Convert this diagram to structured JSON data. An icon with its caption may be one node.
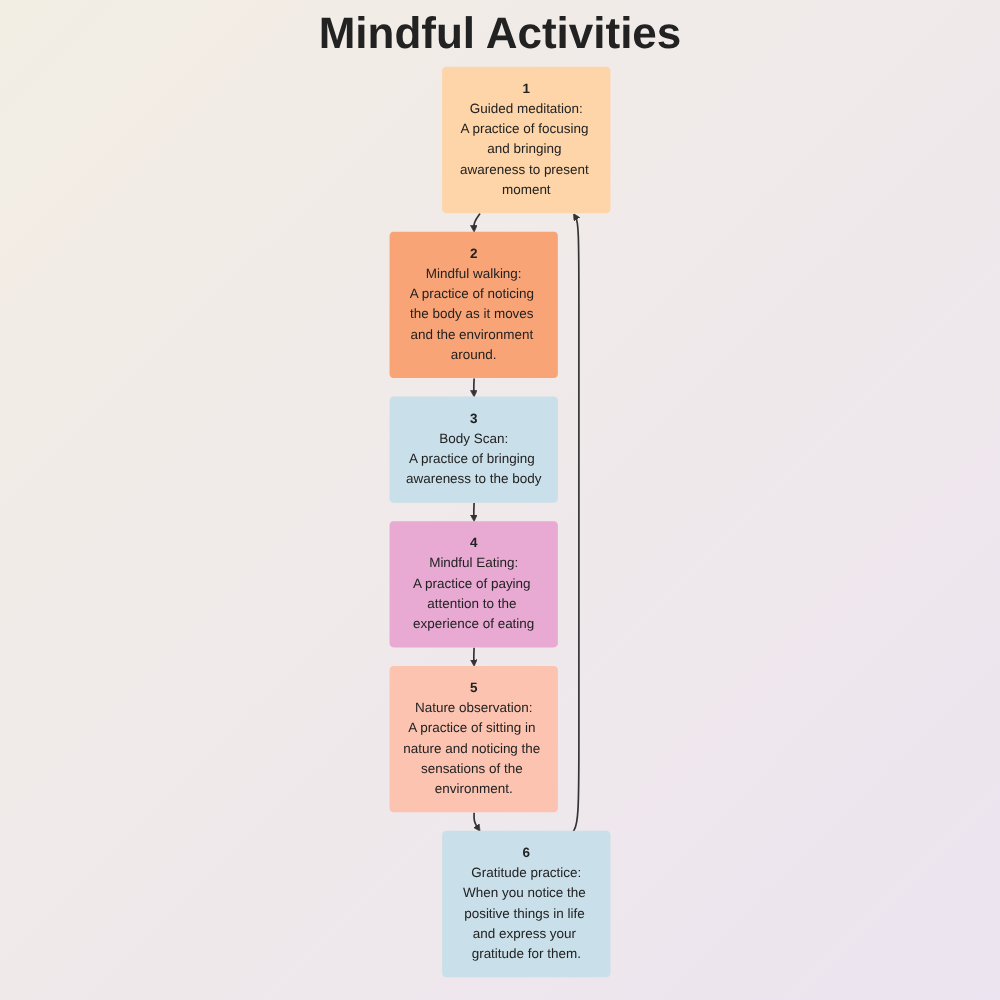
{
  "diagram": {
    "title": "Mindful Activities",
    "nodes": [
      {
        "text": [
          "1",
          "Guided meditation:",
          "A practice of focusing and bringing awareness to present moment"
        ]
      },
      {
        "text": [
          "2",
          "Mindful walking:",
          "A practice of noticing the body as it moves and the environment around."
        ]
      },
      {
        "text": [
          "3",
          "Body Scan:",
          "A practice of bringing awareness to the body"
        ]
      },
      {
        "text": [
          "4",
          "Mindful Eating:",
          "A practice of paying attention to the experience of eating"
        ]
      },
      {
        "text": [
          "5",
          "Nature observation:",
          "A practice of sitting in nature and noticing the sensations of the environment."
        ]
      },
      {
        "text": [
          "6",
          "Gratitude practice:",
          "When you notice the positive things in life and express your gratitude for them."
        ]
      }
    ],
    "edges": [
      {
        "from": 5,
        "to": 0,
        "arrow": "to"
      },
      {
        "from": 0,
        "to": 1,
        "arrow": "to"
      },
      {
        "from": 1,
        "to": 2,
        "arrow": "to"
      },
      {
        "from": 2,
        "to": 3,
        "arrow": "to"
      },
      {
        "from": 3,
        "to": 4,
        "arrow": "to"
      },
      {
        "from": 4,
        "to": 5,
        "arrow": "to"
      }
    ]
  }
}
